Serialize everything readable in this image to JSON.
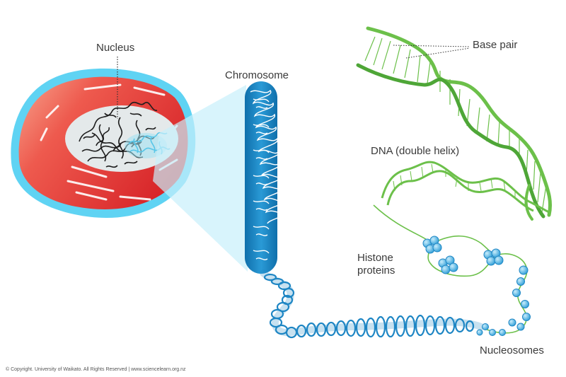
{
  "labels": {
    "nucleus": "Nucleus",
    "chromosome": "Chromosome",
    "base_pair": "Base pair",
    "dna": "DNA (double helix)",
    "histone_line1": "Histone",
    "histone_line2": "proteins",
    "nucleosomes": "Nucleosomes"
  },
  "copyright": "© Copyright. University of Waikato. All Rights Reserved | www.sciencelearn.org.nz",
  "colors": {
    "cell_red": "#e8403c",
    "cell_outline": "#5fd3f3",
    "chromosome_blue": "#1e86c4",
    "dna_green": "#6cc04a",
    "histone_blue": "#64c2ee"
  }
}
